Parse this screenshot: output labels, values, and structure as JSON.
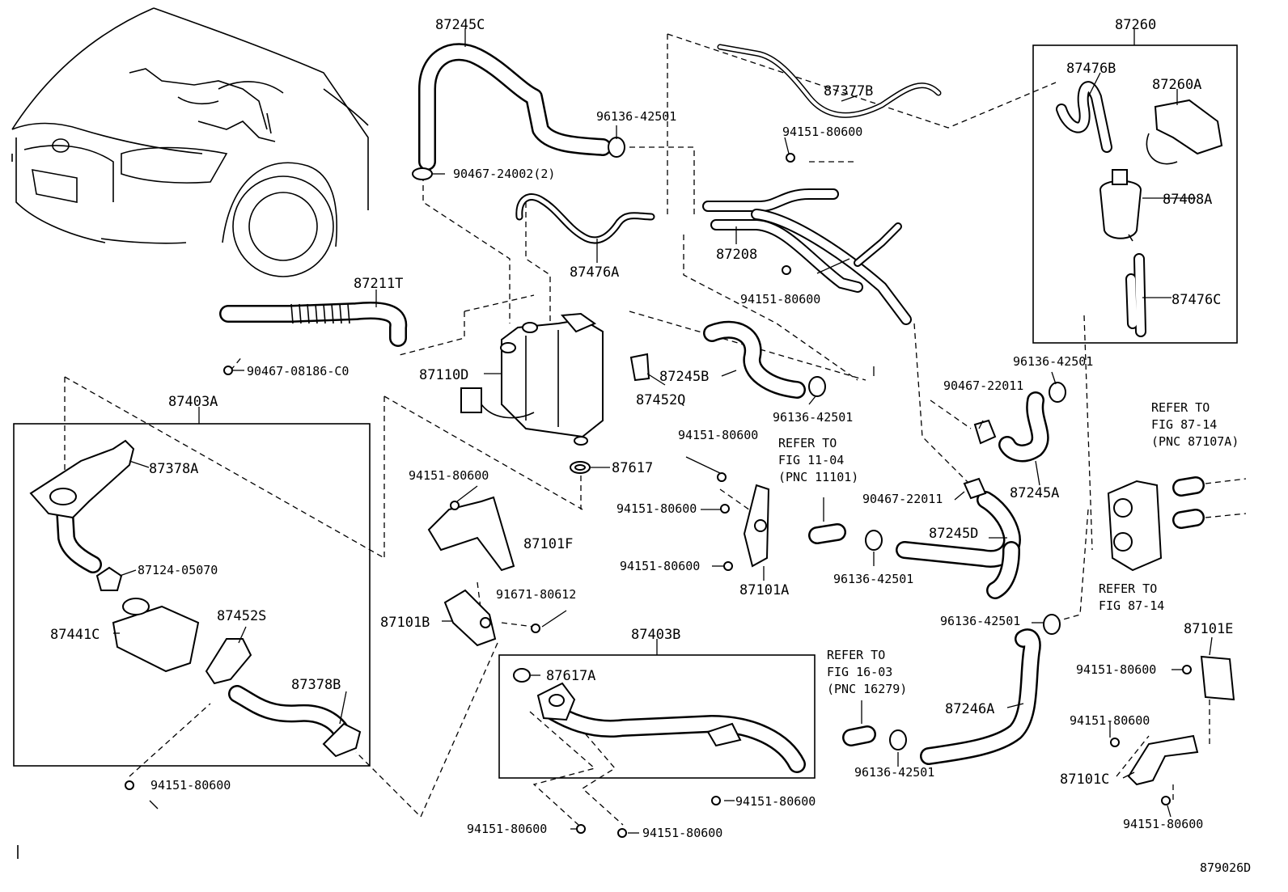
{
  "diagram_id": "879026D",
  "groups": {
    "g87260": "87260",
    "g87403A": "87403A",
    "g87403B": "87403B"
  },
  "parts": {
    "p87245C": "87245C",
    "p87377B": "87377B",
    "p87476B": "87476B",
    "p87260A": "87260A",
    "p87408A": "87408A",
    "p87476C": "87476C",
    "p87476A": "87476A",
    "p87208": "87208",
    "p87211T": "87211T",
    "p87110D": "87110D",
    "p87452Q": "87452Q",
    "p87245B": "87245B",
    "p87617": "87617",
    "p87378A": "87378A",
    "p87101F": "87101F",
    "p87124": "87124-05070",
    "p87441C": "87441C",
    "p87452S": "87452S",
    "p87101B": "87101B",
    "p87378B": "87378B",
    "p87617A": "87617A",
    "p87403B": "87403B",
    "p87101A": "87101A",
    "p87245A": "87245A",
    "p87245D": "87245D",
    "p87246A": "87246A",
    "p87101E": "87101E",
    "p87101C": "87101C"
  },
  "fasteners": {
    "f96136_a": "96136-42501",
    "f90467_24002": "90467-24002(2)",
    "f94151_a": "94151-80600",
    "f94151_b": "94151-80600",
    "f90467_08186": "90467-08186-C0",
    "f96136_b": "96136-42501",
    "f96136_c": "96136-42501",
    "f90467_22011_a": "90467-22011",
    "f90467_22011_b": "90467-22011",
    "f94151_c": "94151-80600",
    "f94151_d": "94151-80600",
    "f94151_e": "94151-80600",
    "f94151_f": "94151-80600",
    "f91671": "91671-80612",
    "f96136_d": "96136-42501",
    "f96136_e": "96136-42501",
    "f94151_g": "94151-80600",
    "f96136_f": "96136-42501",
    "f94151_h": "94151-80600",
    "f94151_i": "94151-80600",
    "f94151_j": "94151-80600",
    "f94151_k": "94151-80600",
    "f94151_l": "94151-80600",
    "f94151_m": "94151-80600"
  },
  "references": {
    "ref_1104": [
      "REFER TO",
      "FIG 11-04",
      "(PNC 11101)"
    ],
    "ref_8714a": [
      "REFER TO",
      "FIG 87-14",
      "(PNC 87107A)"
    ],
    "ref_8714b": [
      "REFER TO",
      "FIG 87-14"
    ],
    "ref_1603": [
      "REFER TO",
      "FIG 16-03",
      "(PNC 16279)"
    ]
  }
}
